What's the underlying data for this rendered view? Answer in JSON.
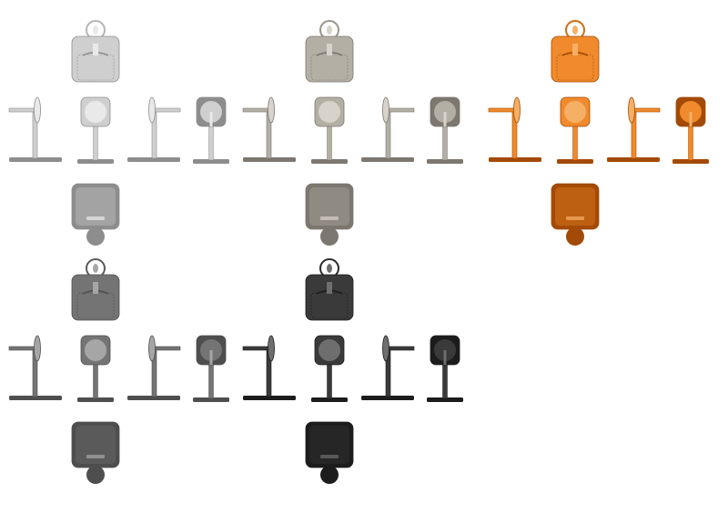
{
  "variants": [
    {
      "name": "silver",
      "body": "#cfcfcf",
      "dark": "#8d8d8d",
      "accent": "#e9e9e9",
      "ring": "#b5b5b5"
    },
    {
      "name": "titanium",
      "body": "#b4afa5",
      "dark": "#7c776f",
      "accent": "#d8d3ca",
      "ring": "#9a958c"
    },
    {
      "name": "orange",
      "body": "#f08a2c",
      "dark": "#a34a06",
      "accent": "#f6b066",
      "ring": "#d36d12"
    },
    {
      "name": "space-gray",
      "body": "#747474",
      "dark": "#4e4e4e",
      "accent": "#a6a6a6",
      "ring": "#5a5a5a"
    },
    {
      "name": "black",
      "body": "#3a3a3a",
      "dark": "#1c1c1c",
      "accent": "#6e6e6e",
      "ring": "#2a2a2a"
    }
  ]
}
